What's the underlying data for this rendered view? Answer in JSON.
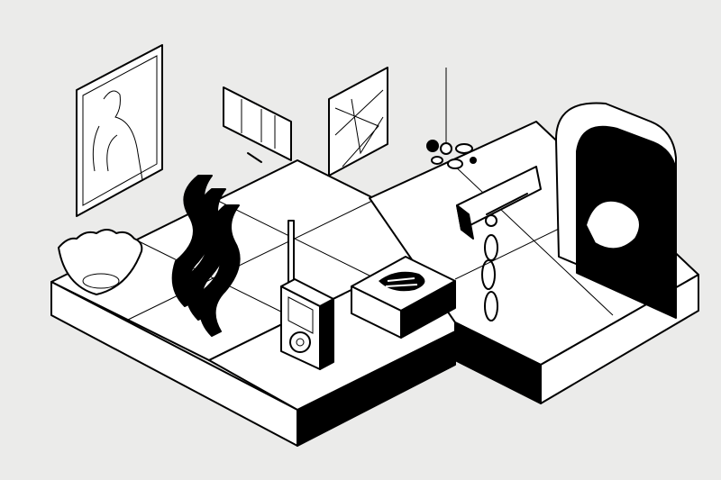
{
  "scene": {
    "style": "isometric line illustration",
    "colors": {
      "background": "#ebebea",
      "ink": "#000000",
      "paper": "#ffffff"
    },
    "objects": [
      "framed-portrait",
      "small-screen-artwork",
      "geometric-frame",
      "pendant-lamp",
      "crumpled-bowl",
      "wavy-panels",
      "radio",
      "tray-box",
      "wall-hook",
      "chain",
      "arched-mirror-cabinet"
    ]
  }
}
